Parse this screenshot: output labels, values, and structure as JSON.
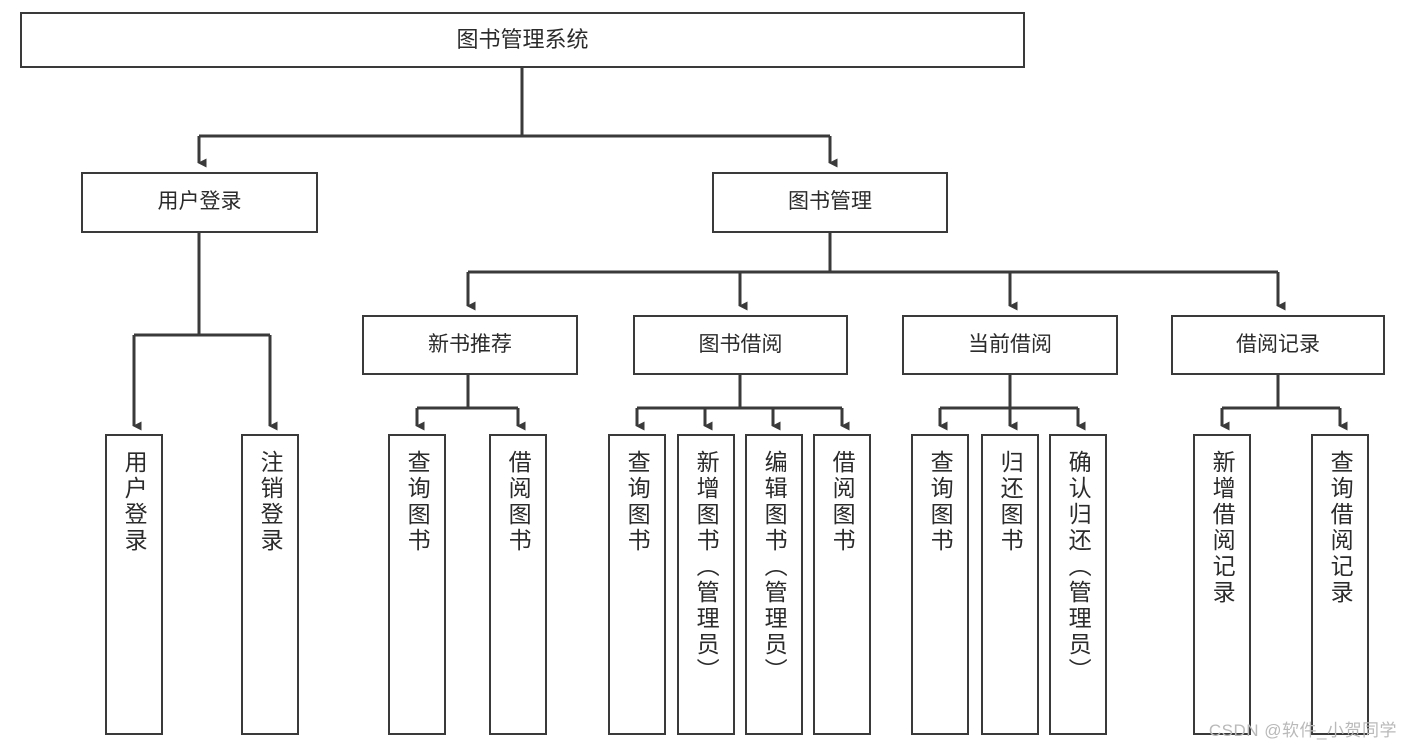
{
  "diagram": {
    "title": "图书管理系统",
    "type": "tree-hierarchy",
    "colors": {
      "border": "#3a3a3a",
      "fill": "#ffffff",
      "text": "#2b2b2b",
      "edge": "#3a3a3a",
      "watermark": "#b9b9b9"
    }
  },
  "nodes": {
    "root": {
      "label": "图书管理系统"
    },
    "level1": [
      {
        "label": "用户登录"
      },
      {
        "label": "图书管理"
      }
    ],
    "level2": [
      {
        "label": "新书推荐"
      },
      {
        "label": "图书借阅"
      },
      {
        "label": "当前借阅"
      },
      {
        "label": "借阅记录"
      }
    ],
    "leaves_user_login": [
      {
        "label": "用户登录"
      },
      {
        "label": "注销登录"
      }
    ],
    "leaves_new_book": [
      {
        "label": "查询图书"
      },
      {
        "label": "借阅图书"
      }
    ],
    "leaves_borrow": [
      {
        "label": "查询图书"
      },
      {
        "label": "新增图书（管理员）"
      },
      {
        "label": "编辑图书（管理员）"
      },
      {
        "label": "借阅图书"
      }
    ],
    "leaves_current": [
      {
        "label": "查询图书"
      },
      {
        "label": "归还图书"
      },
      {
        "label": "确认归还（管理员）"
      }
    ],
    "leaves_records": [
      {
        "label": "新增借阅记录"
      },
      {
        "label": "查询借阅记录"
      }
    ]
  },
  "watermark": {
    "text": "CSDN @软件_小贺同学"
  }
}
